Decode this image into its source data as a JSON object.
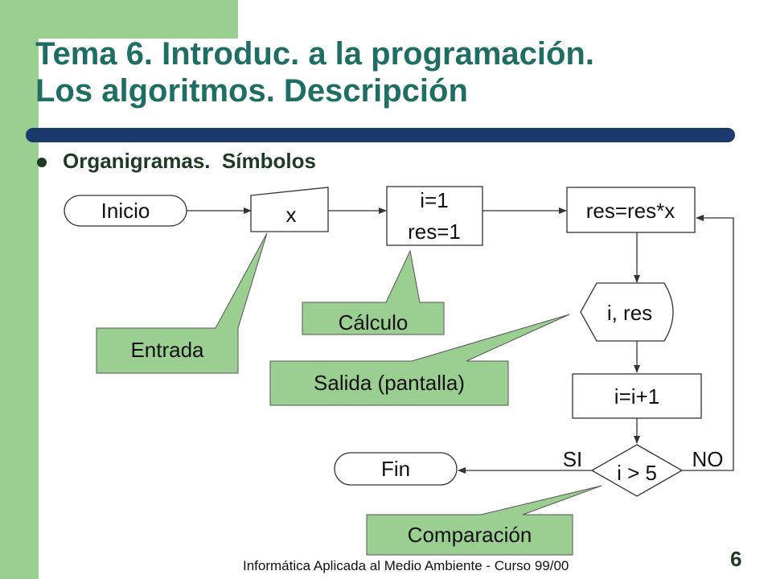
{
  "slide": {
    "title_line1": "Tema 6. Introduc. a la programación.",
    "title_line2": "Los algoritmos. Descripción",
    "bullet": "Organigramas.  Símbolos",
    "footer": "Informática Aplicada al Medio Ambiente - Curso 99/00",
    "page_number": "6"
  },
  "flowchart": {
    "inicio": "Inicio",
    "input": "x",
    "init_line1": "i=1",
    "init_line2": "res=1",
    "calc": "res=res*x",
    "output": "i, res",
    "increment": "i=i+1",
    "compare": "i > 5",
    "yes": "SI",
    "no": "NO",
    "fin": "Fin"
  },
  "callouts": {
    "entrada": "Entrada",
    "calculo": "Cálculo",
    "salida": "Salida (pantalla)",
    "comparacion": "Comparación"
  },
  "colors": {
    "accent_green": "#9bce91",
    "title_teal": "#1e6e64",
    "rule_navy": "#1a3a6e"
  }
}
